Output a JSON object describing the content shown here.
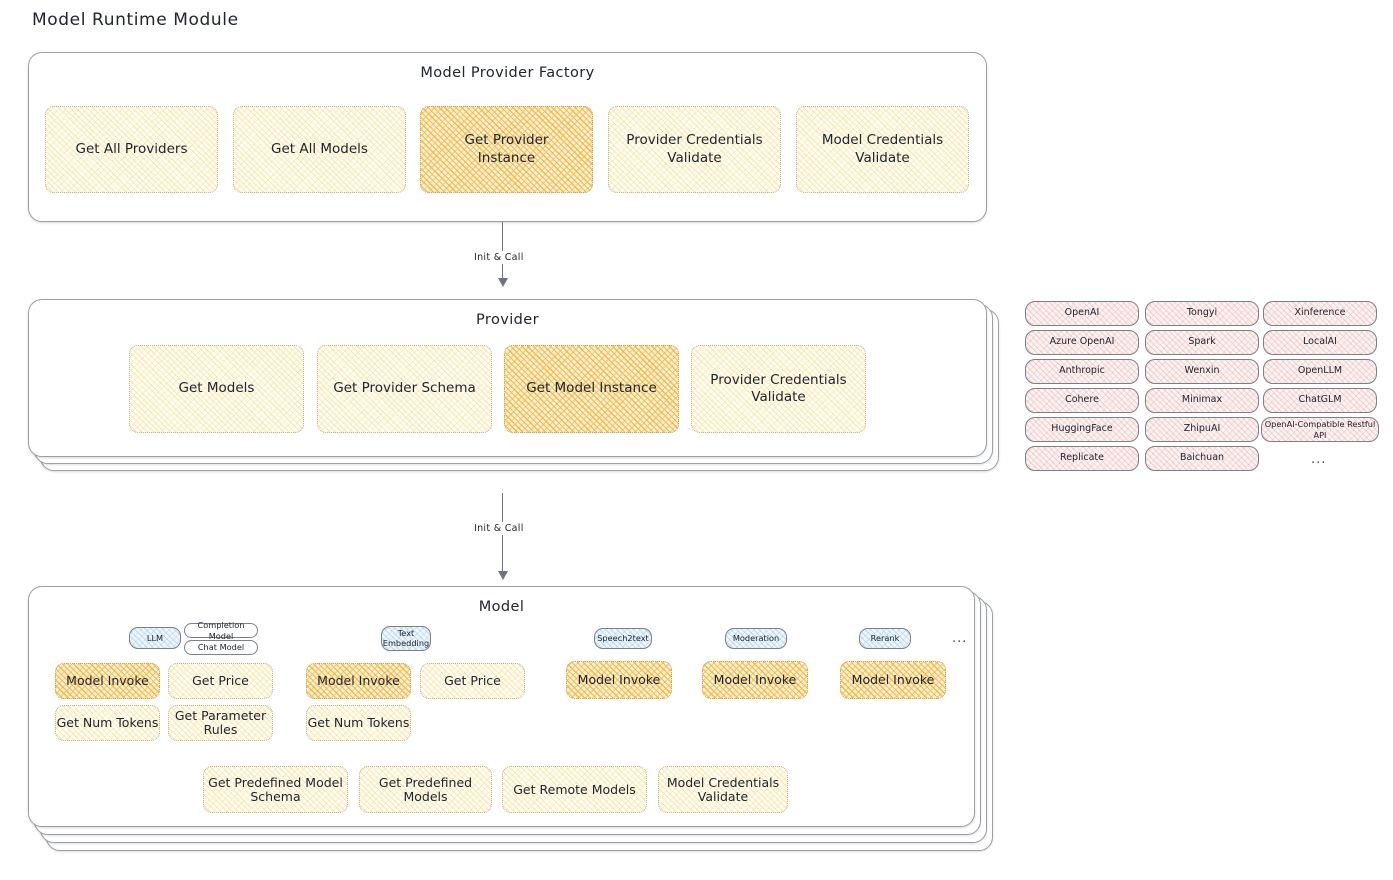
{
  "title": "Model Runtime Module",
  "factory": {
    "title": "Model Provider Factory",
    "nodes": [
      {
        "label": "Get All Providers",
        "highlight": false
      },
      {
        "label": "Get All Models",
        "highlight": false
      },
      {
        "label": "Get Provider\nInstance",
        "highlight": true
      },
      {
        "label": "Provider Credentials\nValidate",
        "highlight": false
      },
      {
        "label": "Model Credentials\nValidate",
        "highlight": false
      }
    ]
  },
  "arrow1": {
    "label": "Init & Call"
  },
  "arrow2": {
    "label": "Init & Call"
  },
  "provider": {
    "title": "Provider",
    "nodes": [
      {
        "label": "Get Models",
        "highlight": false
      },
      {
        "label": "Get Provider Schema",
        "highlight": false
      },
      {
        "label": "Get Model Instance",
        "highlight": true
      },
      {
        "label": "Provider Credentials\nValidate",
        "highlight": false
      }
    ]
  },
  "provider_list": {
    "columns": [
      [
        "OpenAI",
        "Azure OpenAI",
        "Anthropic",
        "Cohere",
        "HuggingFace",
        "Replicate"
      ],
      [
        "Tongyi",
        "Spark",
        "Wenxin",
        "Minimax",
        "ZhipuAI",
        "Baichuan"
      ],
      [
        "Xinference",
        "LocalAI",
        "OpenLLM",
        "ChatGLM",
        "OpenAI-Compatible Restful API"
      ]
    ],
    "more": "..."
  },
  "model": {
    "title": "Model",
    "types": [
      {
        "name": "LLM",
        "subtypes": [
          "Completion Model",
          "Chat Model"
        ]
      },
      {
        "name": "Text\nEmbedding",
        "subtypes": []
      },
      {
        "name": "Speech2text",
        "subtypes": []
      },
      {
        "name": "Moderation",
        "subtypes": []
      },
      {
        "name": "Rerank",
        "subtypes": []
      }
    ],
    "more": "...",
    "llm_ops": [
      {
        "label": "Model Invoke",
        "highlight": true
      },
      {
        "label": "Get Price",
        "highlight": false
      },
      {
        "label": "Get Num Tokens",
        "highlight": false
      },
      {
        "label": "Get Parameter\nRules",
        "highlight": false
      }
    ],
    "embedding_ops": [
      {
        "label": "Model Invoke",
        "highlight": true
      },
      {
        "label": "Get Price",
        "highlight": false
      },
      {
        "label": "Get Num Tokens",
        "highlight": false
      }
    ],
    "speech_ops": [
      {
        "label": "Model Invoke",
        "highlight": true
      }
    ],
    "moderation_ops": [
      {
        "label": "Model Invoke",
        "highlight": true
      }
    ],
    "rerank_ops": [
      {
        "label": "Model Invoke",
        "highlight": true
      }
    ],
    "common_ops": [
      {
        "label": "Get Predefined Model\nSchema",
        "highlight": false
      },
      {
        "label": "Get Predefined\nModels",
        "highlight": false
      },
      {
        "label": "Get Remote Models",
        "highlight": false
      },
      {
        "label": "Model Credentials\nValidate",
        "highlight": false
      }
    ]
  },
  "colors": {
    "node_fill": "#fffdf4",
    "node_highlight": "#f0b237",
    "provider_chip": "#fdf3f3",
    "model_type_chip": "#eef6fd",
    "stroke": "#9aa0a6"
  }
}
